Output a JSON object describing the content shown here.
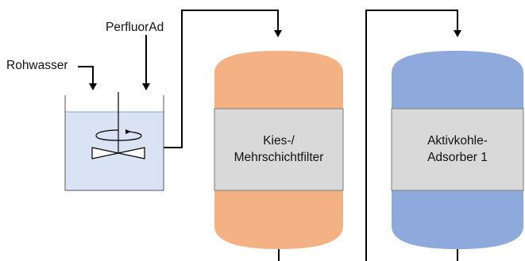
{
  "inputs": {
    "rohwasser": "Rohwasser",
    "perfluorad": "PerfluorAd"
  },
  "filter": {
    "line1": "Kies-/",
    "line2": "Mehrschichtfilter",
    "cap_color": "#F4B183",
    "band_color": "#D9D9D9"
  },
  "adsorber": {
    "line1": "Aktivkohle-",
    "line2": "Adsorber 1",
    "cap_color": "#8EA9DB",
    "band_color": "#D9D9D9"
  },
  "tank": {
    "liquid_color": "#DAE3F3",
    "stirrer": "mixer-icon"
  },
  "line_color": "#000000"
}
